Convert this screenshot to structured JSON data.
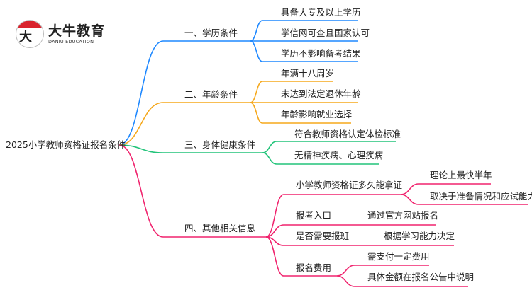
{
  "logo": {
    "glyph": "大牛",
    "name_cn": "大牛教育",
    "name_en": "DANIU EDUCATION"
  },
  "colors": {
    "blue": "#1E88FF",
    "orange": "#F5A81C",
    "green": "#22C47A",
    "pink": "#F0246E"
  },
  "root": "2025小学教师资格证报名条件",
  "branches": [
    {
      "label": "一、学历条件",
      "children": [
        "具备大专及以上学历",
        "学信网可查且国家认可",
        "学历不影响备考结果"
      ]
    },
    {
      "label": "二、年龄条件",
      "children": [
        "年满十八周岁",
        "未达到法定退休年龄",
        "年龄影响就业选择"
      ]
    },
    {
      "label": "三、身体健康条件",
      "children": [
        "符合教师资格认定体检标准",
        "无精神疾病、心理疾病"
      ]
    },
    {
      "label": "四、其他相关信息",
      "children": [
        {
          "label": "小学教师资格证多久能拿证",
          "children": [
            "理论上最快半年",
            "取决于准备情况和应试能力"
          ]
        },
        {
          "label": "报考入口",
          "children": [
            "通过官方网站报名"
          ]
        },
        {
          "label": "是否需要报班",
          "children": [
            "根据学习能力决定"
          ]
        },
        {
          "label": "报名费用",
          "children": [
            "需支付一定费用",
            "具体金额在报名公告中说明"
          ]
        }
      ]
    }
  ]
}
